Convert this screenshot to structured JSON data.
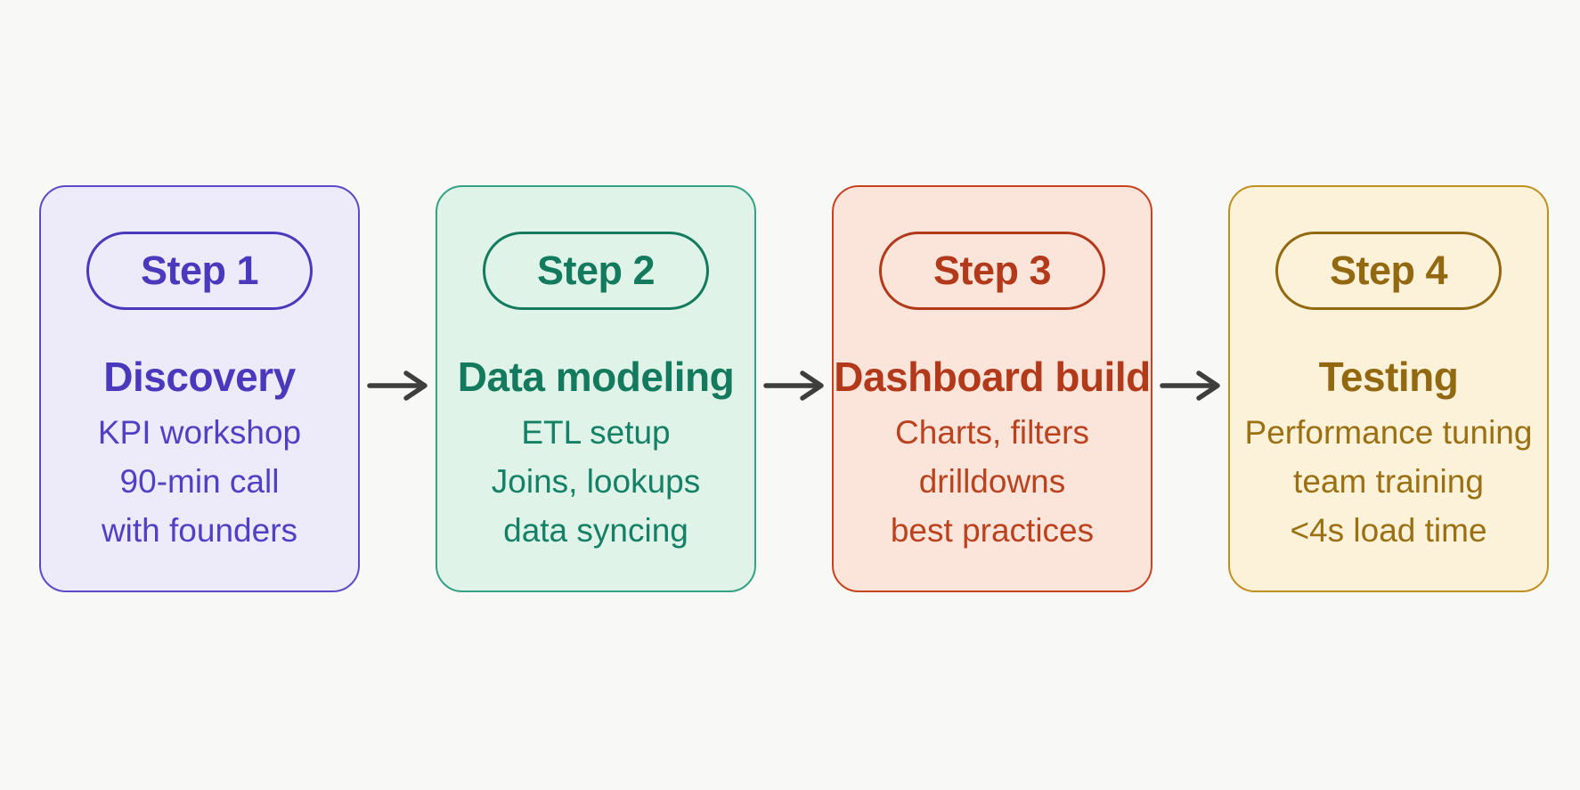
{
  "page": {
    "background": "#f8f8f7"
  },
  "flow": {
    "colors": {
      "arrow": "#3e3e3e"
    },
    "steps": [
      {
        "badge": "Step 1",
        "title": "Discovery",
        "items": [
          "KPI workshop",
          "90-min call",
          "with founders"
        ],
        "colors": {
          "border": "#5c4ac9",
          "bg": "#edebfa",
          "accent": "#4a38bd",
          "text": "#5140c4"
        }
      },
      {
        "badge": "Step 2",
        "title": "Data modeling",
        "items": [
          "ETL setup",
          "Joins, lookups",
          "data syncing"
        ],
        "colors": {
          "border": "#35a183",
          "bg": "#dff3e8",
          "accent": "#137a5e",
          "text": "#148066"
        }
      },
      {
        "badge": "Step 3",
        "title": "Dashboard build",
        "items": [
          "Charts, filters",
          "drilldowns",
          "best practices"
        ],
        "colors": {
          "border": "#c8431f",
          "bg": "#fbe5db",
          "accent": "#b23a1b",
          "text": "#bb421e"
        }
      },
      {
        "badge": "Step 4",
        "title": "Testing",
        "items": [
          "Performance tuning",
          "team training",
          "<4s load time"
        ],
        "colors": {
          "border": "#c0901e",
          "bg": "#fbf2d9",
          "accent": "#926810",
          "text": "#9b7013"
        }
      }
    ]
  }
}
